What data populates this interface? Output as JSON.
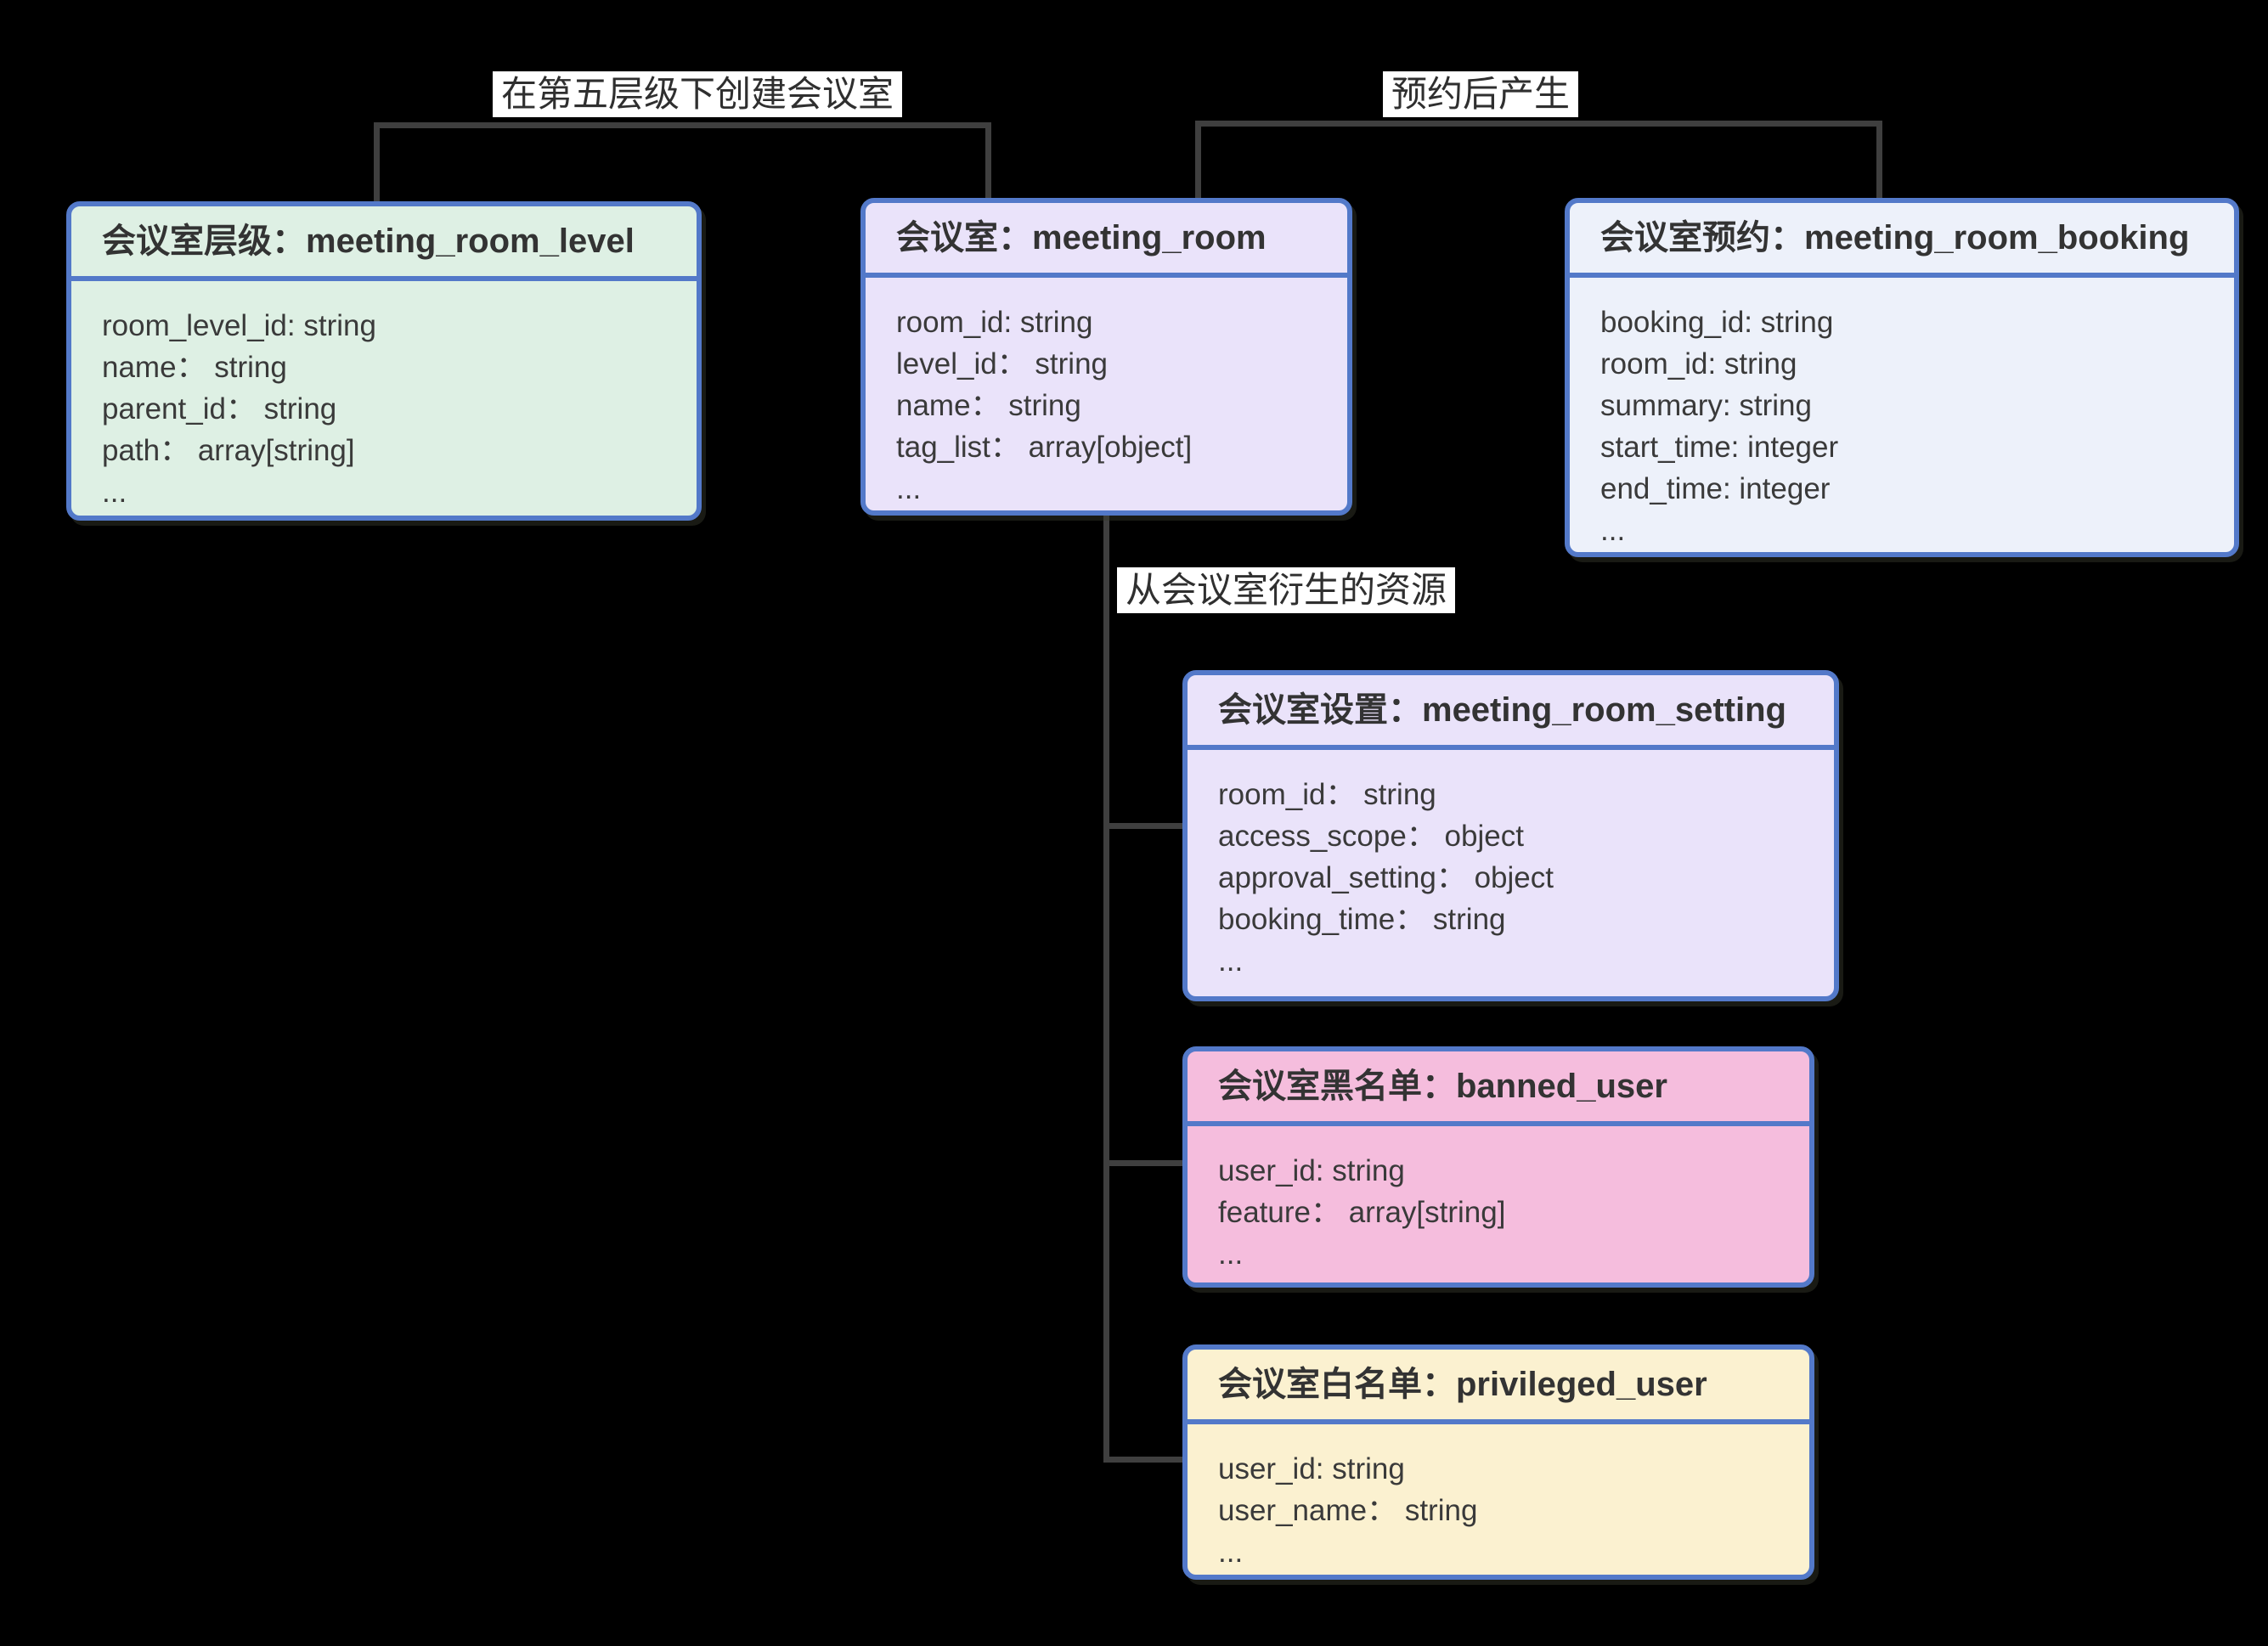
{
  "colors": {
    "background": "#000000",
    "box_border": "#5379c9",
    "connector": "#3f3f3f",
    "label_background": "#ffffff",
    "text": "#3a3a3a",
    "fill_green": "#def0e4",
    "fill_purple": "#eae3fa",
    "fill_light_blue": "#edf1fa",
    "fill_pink": "#f5bddd",
    "fill_yellow": "#fbf1d0"
  },
  "edge_labels": {
    "create_under_level": "在第五层级下创建会议室",
    "after_booking": "预约后产生",
    "derived_resources": "从会议室衍生的资源"
  },
  "entities": [
    {
      "key": "meeting_room_level",
      "title": "会议室层级：meeting_room_level",
      "fill": "#def0e4",
      "fields": [
        "room_level_id: string",
        "name： string",
        "parent_id： string",
        "path： array[string]",
        "..."
      ]
    },
    {
      "key": "meeting_room",
      "title": "会议室：meeting_room",
      "fill": "#eae3fa",
      "fields": [
        "room_id: string",
        "level_id： string",
        "name： string",
        "tag_list： array[object]",
        "..."
      ]
    },
    {
      "key": "meeting_room_booking",
      "title": "会议室预约：meeting_room_booking",
      "fill": "#edf1fa",
      "fields": [
        "booking_id: string",
        "room_id: string",
        "summary: string",
        "start_time: integer",
        "end_time: integer",
        "..."
      ]
    },
    {
      "key": "meeting_room_setting",
      "title": "会议室设置：meeting_room_setting",
      "fill": "#eae3fa",
      "fields": [
        "room_id： string",
        "access_scope： object",
        "approval_setting： object",
        "booking_time： string",
        "..."
      ]
    },
    {
      "key": "banned_user",
      "title": "会议室黑名单：banned_user",
      "fill": "#f5bddd",
      "fields": [
        "user_id: string",
        "feature： array[string]",
        "..."
      ]
    },
    {
      "key": "privileged_user",
      "title": "会议室白名单：privileged_user",
      "fill": "#fbf1d0",
      "fields": [
        "user_id: string",
        "user_name： string",
        "..."
      ]
    }
  ]
}
